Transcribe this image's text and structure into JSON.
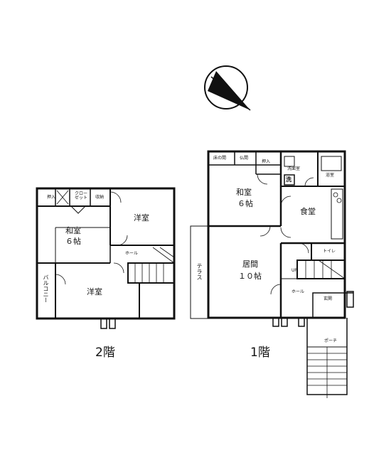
{
  "compass": {
    "icon": "north-arrow-icon"
  },
  "floors": {
    "second": {
      "title": "2階",
      "rooms": {
        "oshiire": "押入",
        "closet": "クローゼット",
        "closet_line1": "クロー",
        "closet_line2": "ゼット",
        "shuno": "収納",
        "youshitsu_upper": "洋室",
        "washitsu_name": "和室",
        "washitsu_size": "６帖",
        "hall": "ホール",
        "youshitsu_lower": "洋室",
        "balcony": "バルコニー"
      }
    },
    "first": {
      "title": "1階",
      "rooms": {
        "tokonoma": "床の間",
        "butsuma": "仏間",
        "oshiire": "押入",
        "senmenjo": "洗面室",
        "sen": "洗",
        "yokushitsu": "浴室",
        "washitsu_name": "和室",
        "washitsu_size": "６帖",
        "shokudo": "食堂",
        "toilet": "トイレ",
        "terrace": "テラス",
        "kyoma_name": "居間",
        "kyoma_size": "１０帖",
        "hall": "ホール",
        "genkan": "玄関",
        "porch": "ポーチ",
        "up": "UP"
      }
    }
  }
}
